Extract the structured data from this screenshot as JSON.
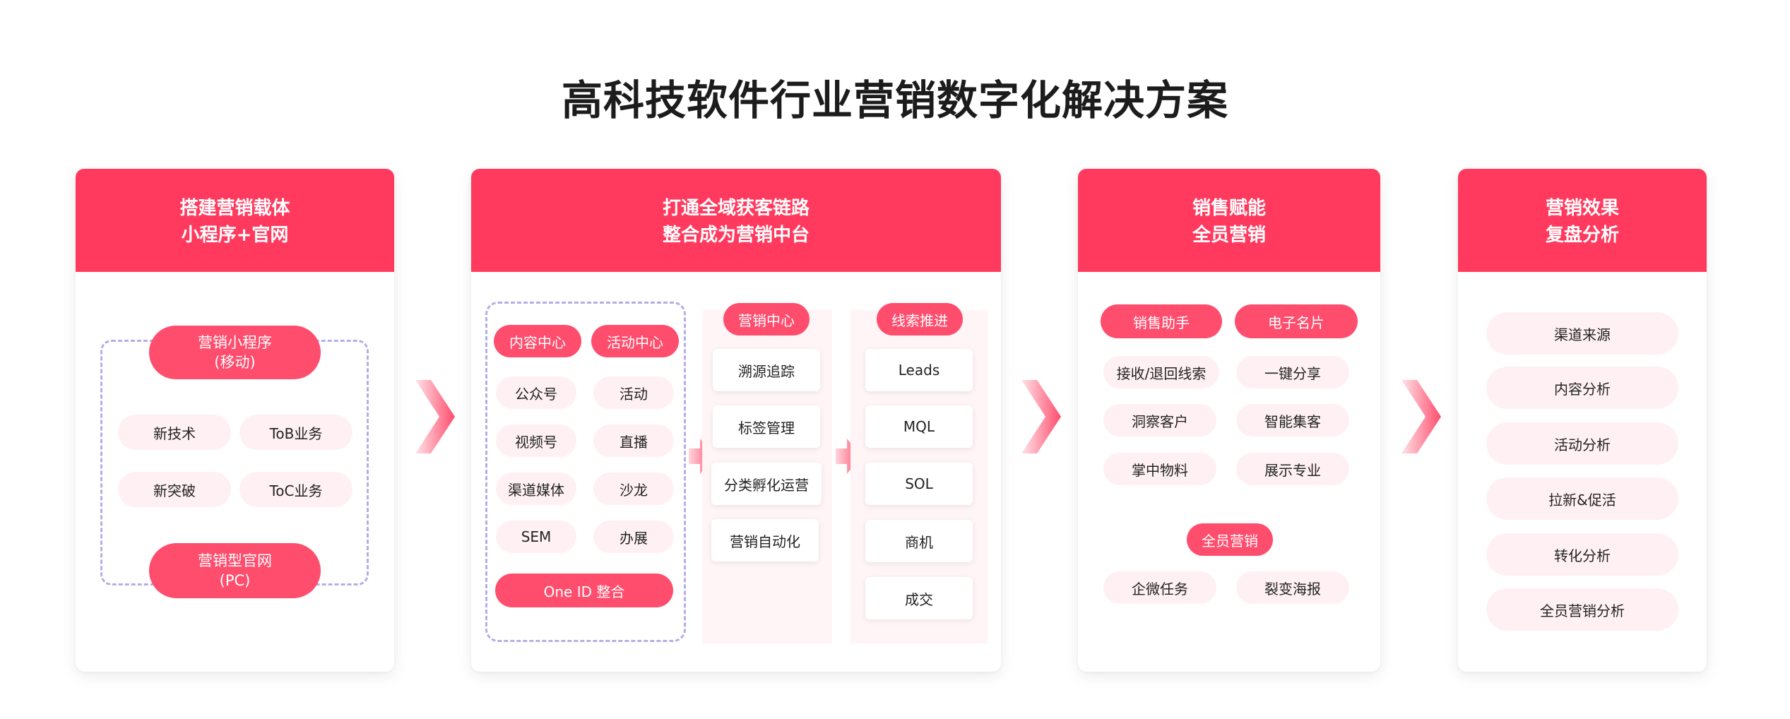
{
  "title": "高科技软件行业营销数字化解决方案",
  "col1": {
    "heading_line1": "搭建营销载体",
    "heading_line2": "小程序+官网",
    "mini_program_line1": "营销小程序",
    "mini_program_line2": "(移动)",
    "tags": [
      "新技术",
      "ToB业务",
      "新突破",
      "ToC业务"
    ],
    "website_line1": "营销型官网",
    "website_line2": "(PC)"
  },
  "col2": {
    "heading_line1": "打通全域获客链路",
    "heading_line2": "整合成为营销中台",
    "content_center": "内容中心",
    "activity_center": "活动中心",
    "content_items": [
      "公众号",
      "视频号",
      "渠道媒体",
      "SEM"
    ],
    "activity_items": [
      "活动",
      "直播",
      "沙龙",
      "办展"
    ],
    "one_id": "One ID 整合",
    "marketing_center": "营销中心",
    "marketing_items": [
      "溯源追踪",
      "标签管理",
      "分类孵化运营",
      "营销自动化"
    ],
    "lead_push": "线索推进",
    "lead_items": [
      "Leads",
      "MQL",
      "SOL",
      "商机",
      "成交"
    ]
  },
  "col3": {
    "heading_line1": "销售赋能",
    "heading_line2": "全员营销",
    "sales_assistant": "销售助手",
    "business_card": "电子名片",
    "assistant_items": [
      "接收/退回线索",
      "洞察客户",
      "掌中物料"
    ],
    "card_items": [
      "一键分享",
      "智能集客",
      "展示专业"
    ],
    "all_staff": "全员营销",
    "all_staff_items": [
      "企微任务",
      "裂变海报"
    ]
  },
  "col4": {
    "heading_line1": "营销效果",
    "heading_line2": "复盘分析",
    "items": [
      "渠道来源",
      "内容分析",
      "活动分析",
      "拉新&促活",
      "转化分析",
      "全员营销分析"
    ]
  },
  "colors": {
    "primary": "#ff3a5e",
    "pill": "#ff4d6d",
    "soft": "#fff1f3",
    "dashed": "#b5aee6"
  },
  "icons": [
    "chevron-right-arrow"
  ]
}
